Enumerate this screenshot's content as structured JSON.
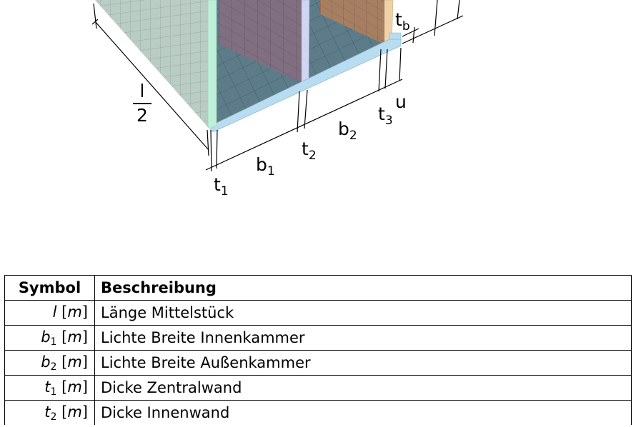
{
  "figure": {
    "description": "3D FE mesh of box section with dimension annotations",
    "colors": {
      "outer_wall": "#b9cdc4",
      "central_wall_edge": "#bfeed9",
      "inner_wall": "#7f6f80",
      "inner_wall_edge": "#cfd6f2",
      "outer_far_wall": "#a67f63",
      "outer_far_wall_edge": "#f1d2a8",
      "floor": "#5d7c8a",
      "slab_edge": "#b8dcf0",
      "dimension_line": "#000000"
    },
    "labels": {
      "l_num": "l",
      "l_den": "2",
      "t1_base": "t",
      "t1_sub": "1",
      "b1_base": "b",
      "b1_sub": "1",
      "t2_base": "t",
      "t2_sub": "2",
      "b2_base": "b",
      "b2_sub": "2",
      "t3_base": "t",
      "t3_sub": "3",
      "u": "u",
      "tb_base": "t",
      "tb_sub": "b"
    }
  },
  "table": {
    "headers": [
      "Symbol",
      "Beschreibung"
    ],
    "rows": [
      {
        "sym": "l",
        "sub": "",
        "unit": "m",
        "desc": "Länge Mittelstück"
      },
      {
        "sym": "b",
        "sub": "1",
        "unit": "m",
        "desc": "Lichte Breite Innenkammer"
      },
      {
        "sym": "b",
        "sub": "2",
        "unit": "m",
        "desc": "Lichte Breite Außenkammer"
      },
      {
        "sym": "t",
        "sub": "1",
        "unit": "m",
        "desc": "Dicke Zentralwand"
      },
      {
        "sym": "t",
        "sub": "2",
        "unit": "m",
        "desc": "Dicke Innenwand"
      }
    ]
  }
}
